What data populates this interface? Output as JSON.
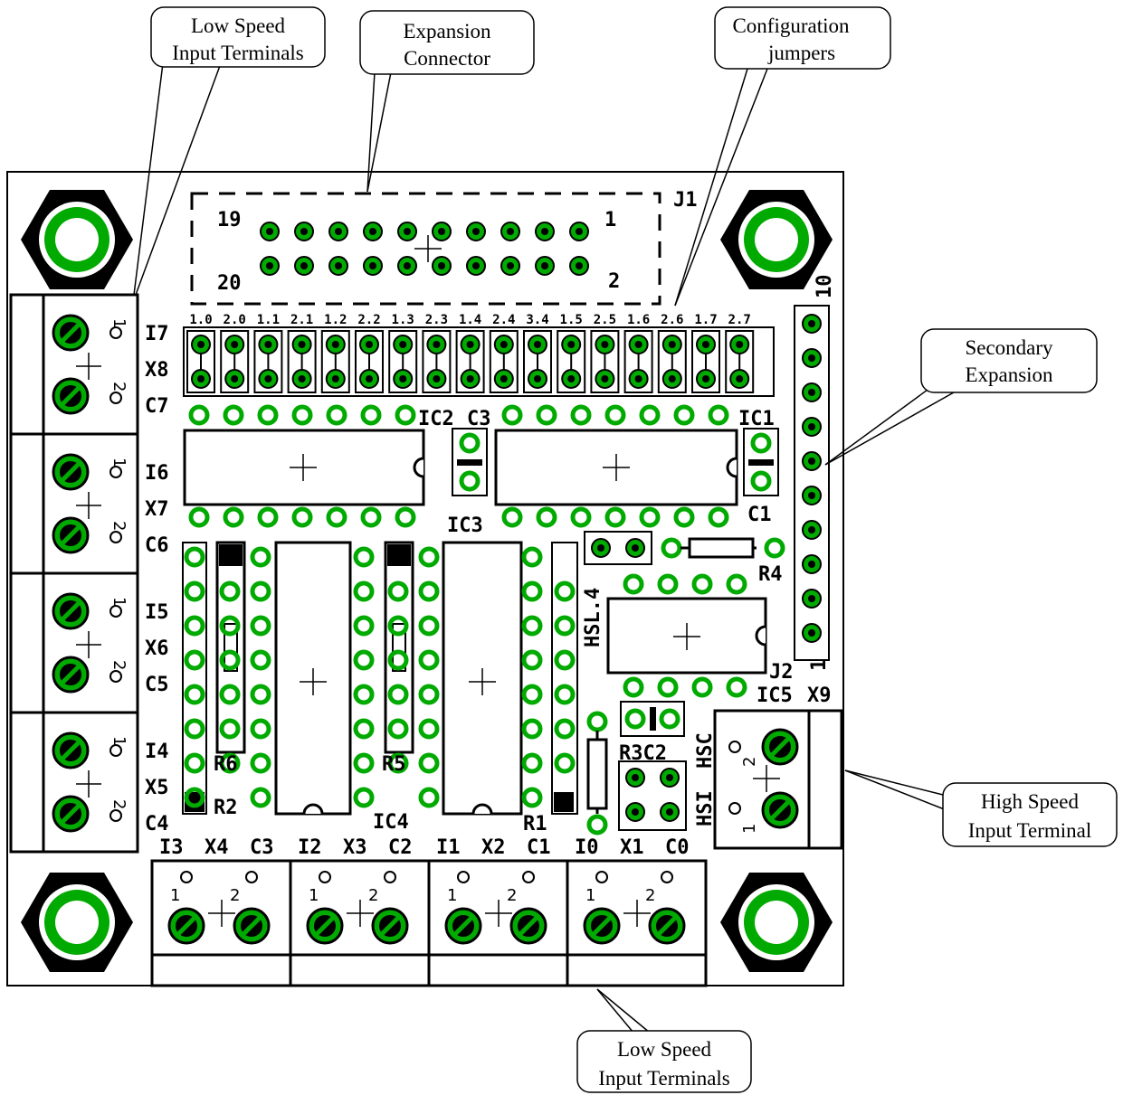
{
  "callouts": {
    "low_speed_top": [
      "Low Speed",
      "Input Terminals"
    ],
    "expansion": [
      "Expansion",
      "Connector"
    ],
    "config": [
      "Configuration",
      "jumpers"
    ],
    "secondary": [
      "Secondary",
      "Expansion"
    ],
    "high_speed": [
      "High Speed",
      "Input Terminal"
    ],
    "low_speed_bottom": [
      "Low Speed",
      "Input Terminals"
    ]
  },
  "board": {
    "j1_label": "J1",
    "pin_19": "19",
    "pin_1": "1",
    "pin_20": "20",
    "pin_2": "2",
    "jumper_labels": [
      "1.0",
      "2.0",
      "1.1",
      "2.1",
      "1.2",
      "2.2",
      "1.3",
      "2.3",
      "1.4",
      "2.4",
      "3.4",
      "1.5",
      "2.5",
      "1.6",
      "2.6",
      "1.7",
      "2.7"
    ],
    "left_labels": [
      "I7",
      "X8",
      "C7",
      "I6",
      "X7",
      "C6",
      "I5",
      "X6",
      "C5",
      "I4",
      "X5",
      "C4"
    ],
    "bottom_labels": [
      "I3",
      "X4",
      "C3",
      "I2",
      "X3",
      "C2",
      "I1",
      "X2",
      "C1",
      "I0",
      "X1",
      "C0"
    ],
    "ic_labels": {
      "ic2": "IC2",
      "c3": "C3",
      "ic1": "IC1",
      "c1": "C1",
      "ic3": "IC3",
      "ic4": "IC4",
      "ic5": "IC5",
      "r1": "R1",
      "r2": "R2",
      "r4": "R4",
      "r5": "R5",
      "r6": "R6",
      "r3c2": "R3C2",
      "j2": "J2",
      "x9": "X9",
      "hsl4": "HSL.4",
      "hsi": "HSI",
      "hsc": "HSC",
      "j2_10": "10",
      "j2_1": "1"
    },
    "term_num_1": "1",
    "term_num_2": "2"
  }
}
